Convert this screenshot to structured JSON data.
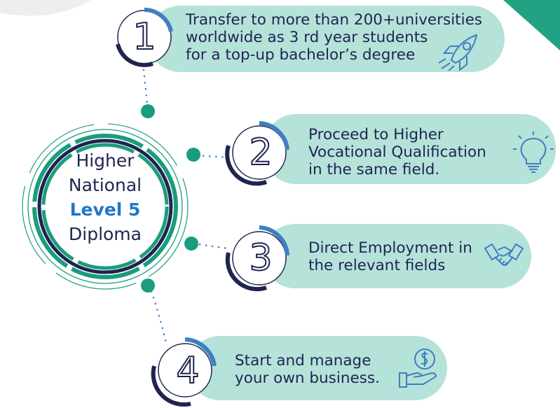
{
  "center": {
    "line1": "Higher",
    "line2": "National",
    "line3": "Level 5",
    "line4": "Diploma"
  },
  "steps": [
    {
      "number": "1",
      "lines": [
        "Transfer to more than 200+universities",
        "worldwide as 3 rd year students",
        "for a top-up bachelor’s degree"
      ],
      "icon": "rocket-icon"
    },
    {
      "number": "2",
      "lines": [
        "Proceed to Higher",
        "Vocational Qualification",
        "in the same field."
      ],
      "icon": "lightbulb-icon"
    },
    {
      "number": "3",
      "lines": [
        "Direct Employment in",
        "the relevant fields"
      ],
      "icon": "handshake-icon"
    },
    {
      "number": "4",
      "lines": [
        "Start and manage",
        "your own business."
      ],
      "icon": "money-hand-icon"
    }
  ],
  "colors": {
    "navy": "#1f2550",
    "teal": "#1a9d7c",
    "pill": "#b5e2d9",
    "blue": "#1e78c8"
  }
}
